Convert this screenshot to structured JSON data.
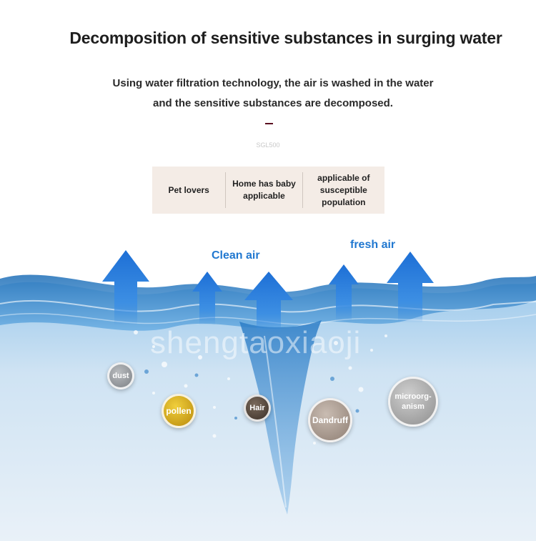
{
  "title": "Decomposition of sensitive substances in surging water",
  "subtitle": {
    "line1": "Using water filtration technology, the air is washed in the water",
    "line2": "and the sensitive substances are decomposed."
  },
  "model": "SGL500",
  "features": [
    {
      "label": "Pet lovers"
    },
    {
      "label": "Home has baby applicable"
    },
    {
      "label": "applicable of susceptible population"
    }
  ],
  "air_labels": {
    "clean": "Clean air",
    "fresh": "fresh air"
  },
  "watermark": "shengtaoxiaoji",
  "particles": [
    {
      "label": "dust"
    },
    {
      "label": "pollen"
    },
    {
      "label": "Hair"
    },
    {
      "label": "Dandruff"
    },
    {
      "label": "microorg-anism"
    }
  ],
  "colors": {
    "arrow": "#1d6fd6",
    "label": "#2178d0",
    "water": "#3a8fd8",
    "accent": "#5a1020"
  }
}
